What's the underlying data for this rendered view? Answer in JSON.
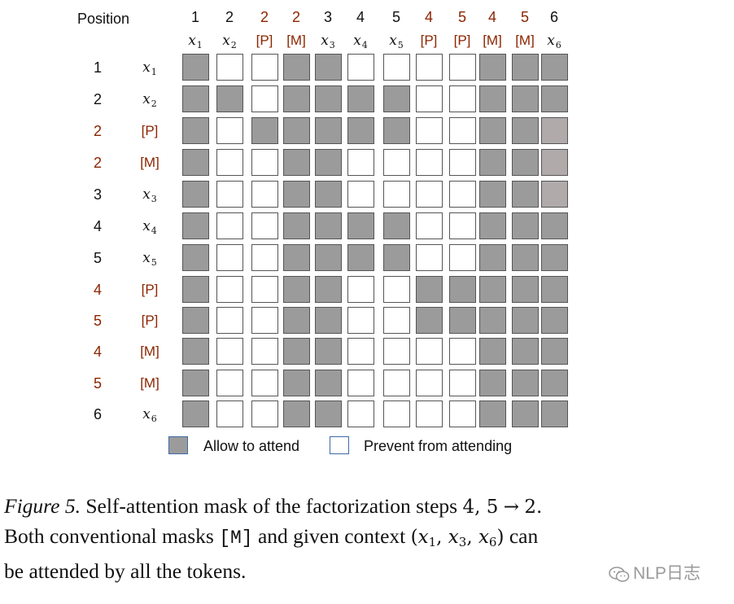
{
  "header": {
    "position_label": "Position"
  },
  "tokens": [
    {
      "position": "1",
      "base": "x",
      "sub": "1",
      "special": false
    },
    {
      "position": "2",
      "base": "x",
      "sub": "2",
      "special": false
    },
    {
      "position": "2",
      "text": "[P]",
      "special": true
    },
    {
      "position": "2",
      "text": "[M]",
      "special": true
    },
    {
      "position": "3",
      "base": "x",
      "sub": "3",
      "special": false
    },
    {
      "position": "4",
      "base": "x",
      "sub": "4",
      "special": false
    },
    {
      "position": "5",
      "base": "x",
      "sub": "5",
      "special": false
    },
    {
      "position": "4",
      "text": "[P]",
      "special": true
    },
    {
      "position": "5",
      "text": "[P]",
      "special": true
    },
    {
      "position": "4",
      "text": "[M]",
      "special": true
    },
    {
      "position": "5",
      "text": "[M]",
      "special": true
    },
    {
      "position": "6",
      "base": "x",
      "sub": "6",
      "special": false
    }
  ],
  "mask": [
    [
      1,
      0,
      0,
      1,
      1,
      0,
      0,
      0,
      0,
      1,
      1,
      1
    ],
    [
      1,
      1,
      0,
      1,
      1,
      1,
      1,
      0,
      0,
      1,
      1,
      1
    ],
    [
      1,
      0,
      1,
      1,
      1,
      1,
      1,
      0,
      0,
      1,
      1,
      1
    ],
    [
      1,
      0,
      0,
      1,
      1,
      0,
      0,
      0,
      0,
      1,
      1,
      1
    ],
    [
      1,
      0,
      0,
      1,
      1,
      0,
      0,
      0,
      0,
      1,
      1,
      1
    ],
    [
      1,
      0,
      0,
      1,
      1,
      1,
      1,
      0,
      0,
      1,
      1,
      1
    ],
    [
      1,
      0,
      0,
      1,
      1,
      1,
      1,
      0,
      0,
      1,
      1,
      1
    ],
    [
      1,
      0,
      0,
      1,
      1,
      0,
      0,
      1,
      1,
      1,
      1,
      1
    ],
    [
      1,
      0,
      0,
      1,
      1,
      0,
      0,
      1,
      1,
      1,
      1,
      1
    ],
    [
      1,
      0,
      0,
      1,
      1,
      0,
      0,
      0,
      0,
      1,
      1,
      1
    ],
    [
      1,
      0,
      0,
      1,
      1,
      0,
      0,
      0,
      0,
      1,
      1,
      1
    ],
    [
      1,
      0,
      0,
      1,
      1,
      0,
      0,
      0,
      0,
      1,
      1,
      1
    ]
  ],
  "legend": {
    "allow": "Allow to attend",
    "prevent": "Prevent from attending"
  },
  "caption": {
    "figure": "Figure 5.",
    "text1": "Self-attention mask of the factorization steps",
    "steps": "4, 5",
    "arrow": "→",
    "target": "2.",
    "text2": "Both conventional masks",
    "mask_token": "[M]",
    "text3": "and given context",
    "context_tuple": "(x1, x3, x6)",
    "text4": "can",
    "text5": "be attended by all the tokens."
  },
  "watermark": {
    "text": "NLP日志"
  },
  "colors": {
    "allow": "#9b9b9b",
    "prevent": "#ffffff",
    "special_token": "#8b2500",
    "legend_border": "#3e6aa8"
  }
}
